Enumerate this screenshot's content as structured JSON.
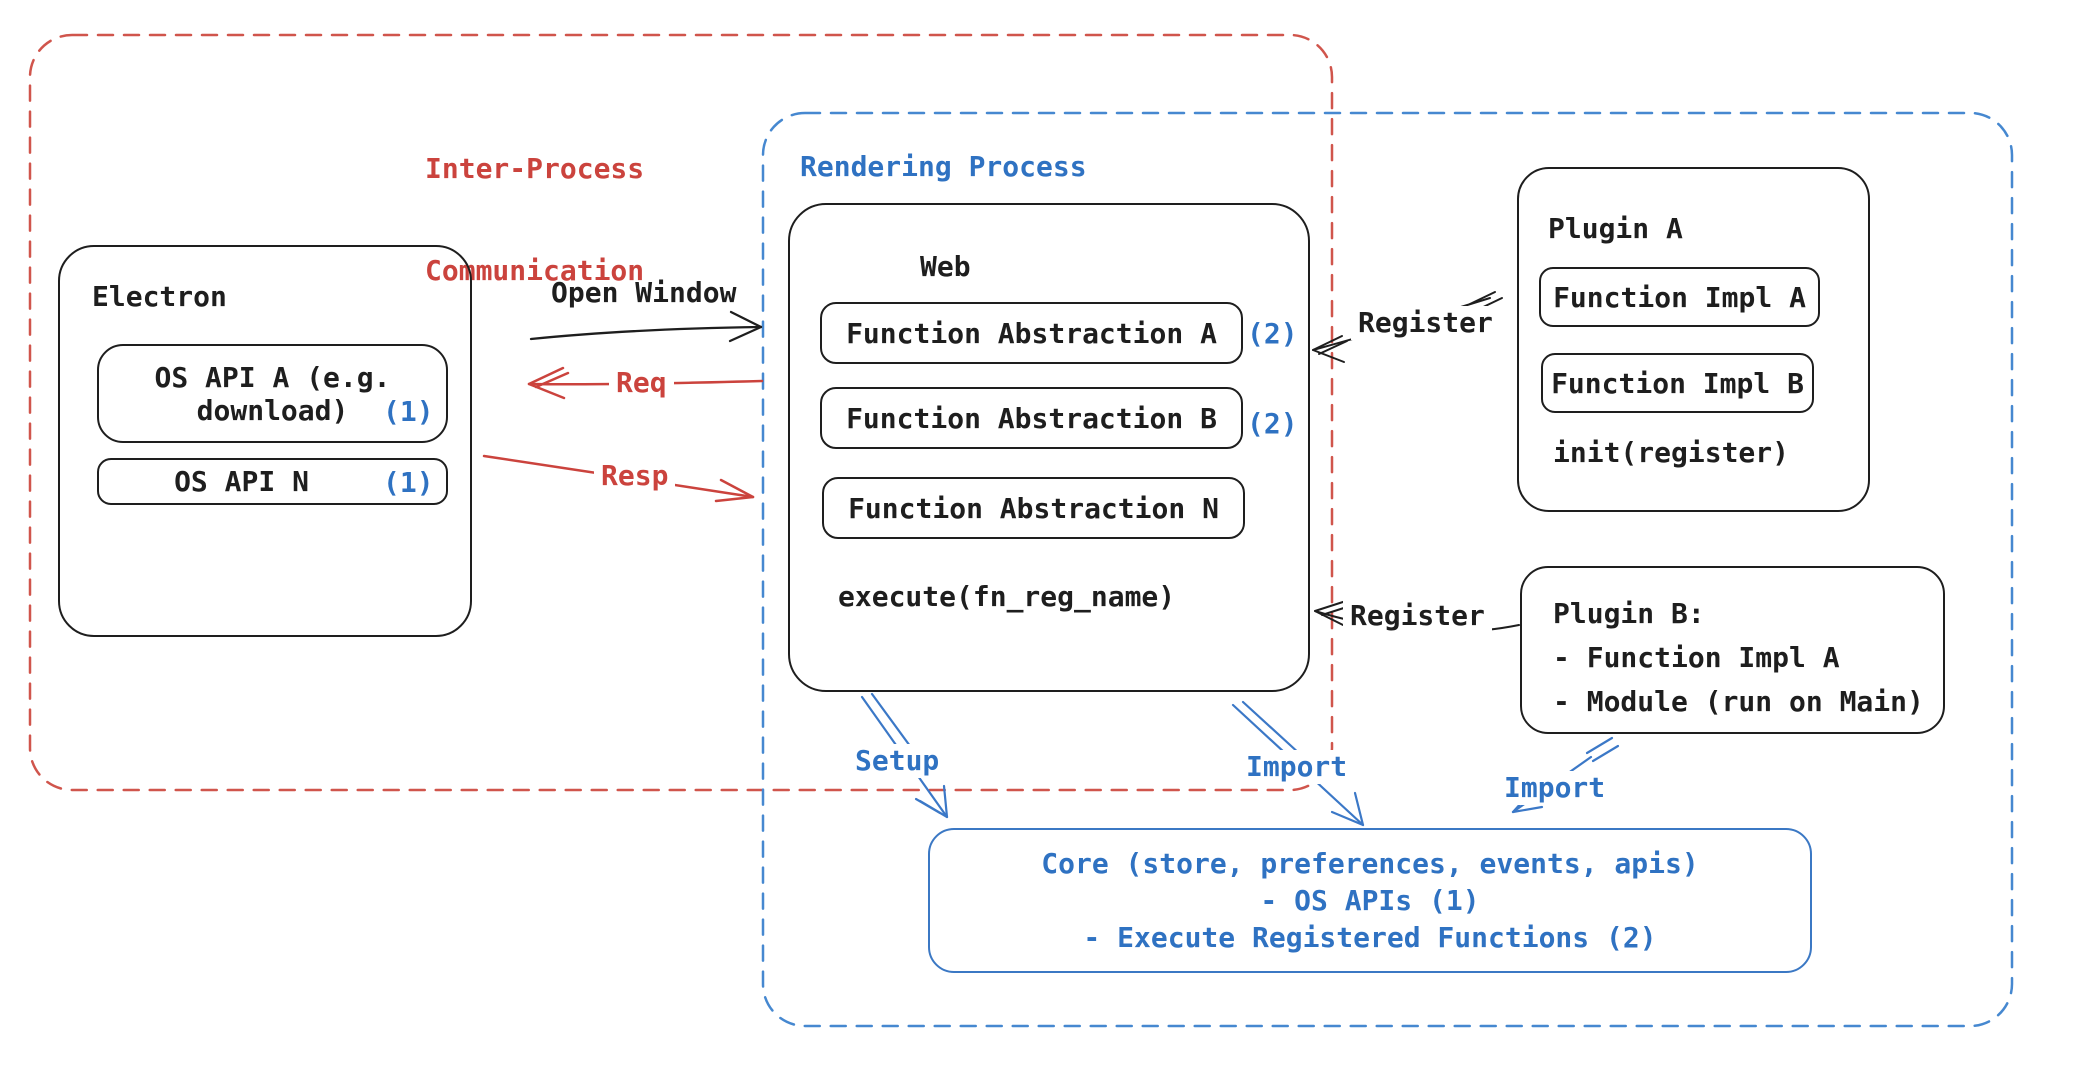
{
  "colors": {
    "black": "#1e1e1e",
    "red_text": "#cb433d",
    "red_dash": "#d0554c",
    "blue_text": "#2f72c2",
    "blue_dash": "#4688d0",
    "blue_arrow": "#3b78c7"
  },
  "ipc_region": {
    "title_line1": "Inter-Process",
    "title_line2": "Communication"
  },
  "rendering_region": {
    "title": "Rendering Process"
  },
  "electron": {
    "title": "Electron",
    "os_api_a_line1": "OS API A (e.g.",
    "os_api_a_line2": "download)",
    "os_api_a_badge": "(1)",
    "os_api_n": "OS API N",
    "os_api_n_badge": "(1)"
  },
  "web": {
    "title": "Web",
    "fn_a": "Function Abstraction A",
    "fn_a_badge": "(2)",
    "fn_b": "Function Abstraction B",
    "fn_b_badge": "(2)",
    "fn_n": "Function Abstraction N",
    "execute": "execute(fn_reg_name)"
  },
  "plugin_a": {
    "title": "Plugin A",
    "impl_a": "Function Impl A",
    "impl_b": "Function Impl B",
    "init": "init(register)"
  },
  "plugin_b": {
    "line1": "Plugin B:",
    "line2": "- Function Impl A",
    "line3": "- Module (run on Main)"
  },
  "core": {
    "line1": "Core (store, preferences, events, apis)",
    "line2": "- OS APIs (1)",
    "line3": "- Execute Registered Functions (2)"
  },
  "arrows": {
    "open_window": "Open Window",
    "req": "Req",
    "resp": "Resp",
    "register_top": "Register",
    "register_bottom": "Register",
    "setup": "Setup",
    "import_web": "Import",
    "import_plugin": "Import"
  }
}
